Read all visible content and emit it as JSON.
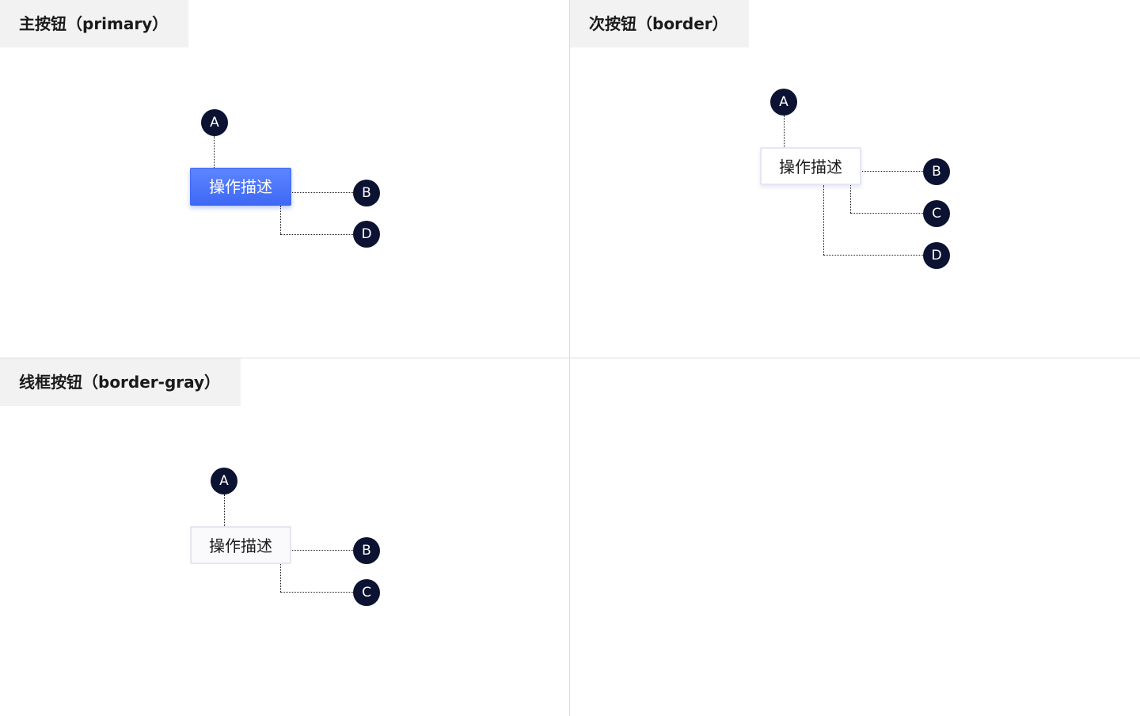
{
  "primary": {
    "title": "主按钮（primary）",
    "button_label": "操作描述",
    "markers": [
      "A",
      "B",
      "D"
    ]
  },
  "border": {
    "title": "次按钮（border）",
    "button_label": "操作描述",
    "markers": [
      "A",
      "B",
      "C",
      "D"
    ]
  },
  "border_gray": {
    "title": "线框按钮（border-gray）",
    "button_label": "操作描述",
    "markers": [
      "A",
      "B",
      "C"
    ]
  },
  "colors": {
    "primary_blue": "#4a72fa",
    "marker_navy": "#0c1332",
    "title_bg": "#f2f2f2"
  }
}
